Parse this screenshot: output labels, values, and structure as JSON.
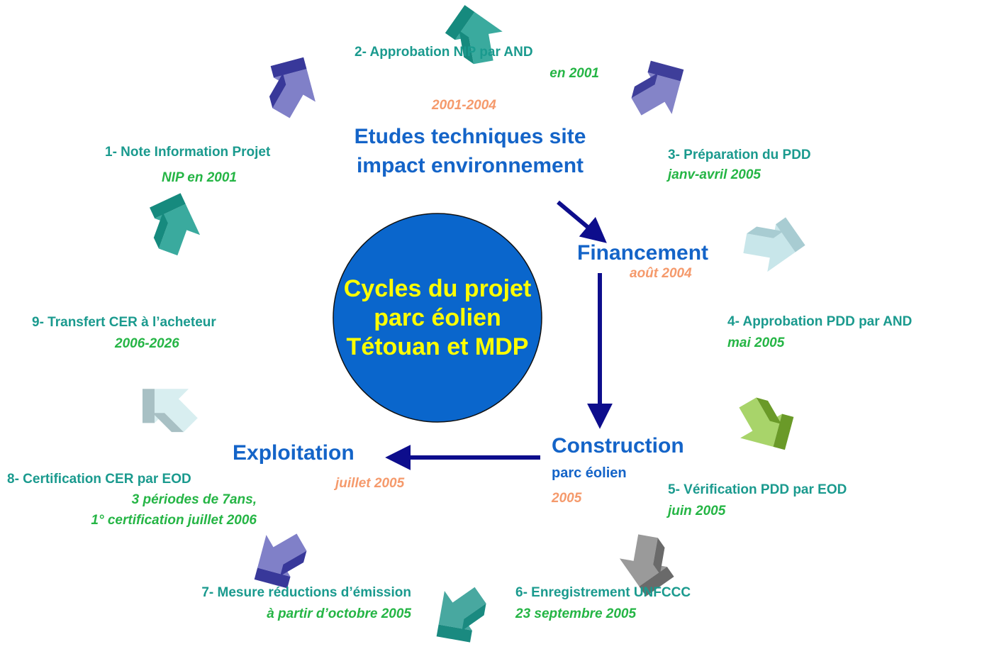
{
  "center": {
    "title": "Cycles du projet parc éolien Tétouan et MDP",
    "fill": "#0a66cc"
  },
  "main_flow": {
    "etudes": {
      "period": "2001-2004",
      "title": "Etudes techniques site impact environnement"
    },
    "financement": {
      "title": "Financement",
      "date": "août 2004"
    },
    "construction": {
      "title": "Construction",
      "subtitle": "parc éolien",
      "date": "2005"
    },
    "exploitation": {
      "title": "Exploitation",
      "date": "juillet 2005"
    }
  },
  "steps": [
    {
      "label": "1- Note Information Projet",
      "date": "NIP en 2001"
    },
    {
      "label": "2- Approbation NIP par AND",
      "date": "en 2001"
    },
    {
      "label": "3- Préparation du PDD",
      "date": "janv-avril 2005"
    },
    {
      "label": "4- Approbation PDD par AND",
      "date": "mai 2005"
    },
    {
      "label": "5- Vérification PDD par EOD",
      "date": "juin 2005"
    },
    {
      "label": "6- Enregistrement UNFCCC",
      "date": "23 septembre 2005"
    },
    {
      "label": "7- Mesure réductions d’émission",
      "date": "à partir d’octobre 2005"
    },
    {
      "label": "8- Certification CER par EOD",
      "date_line1": "3 périodes de 7ans,",
      "date_line2": "1° certification juillet 2006"
    },
    {
      "label": "9- Transfert CER à l’acheteur",
      "date": "2006-2026"
    }
  ],
  "colors": {
    "teal_text": "#1a9a8e",
    "green_text": "#25b545",
    "orange_text": "#f59a6c",
    "blue_text": "#1464c8",
    "flow_arrow": "#0d0d8c"
  }
}
